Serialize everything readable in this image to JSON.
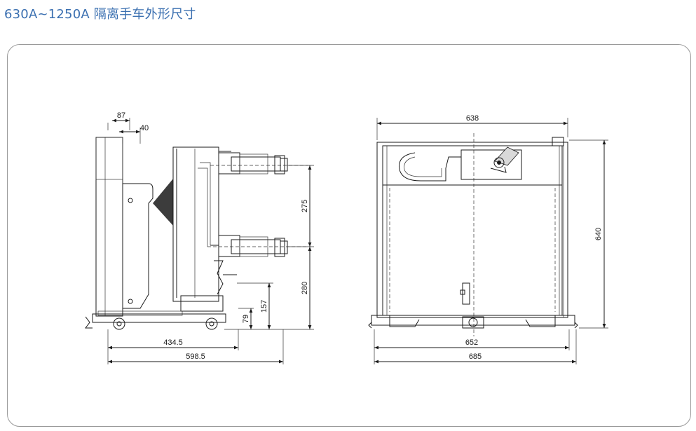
{
  "header": {
    "title": "630A~1250A 隔离手车外形尺寸"
  },
  "side_view": {
    "dims": {
      "top_width": "87",
      "top_inner": "40",
      "contact_spacing": "275",
      "lower_contact_height": "280",
      "mid_height": "157",
      "wheel_height": "79",
      "depth_to_frame": "434.5",
      "total_depth": "598.5"
    }
  },
  "front_view": {
    "dims": {
      "top_width": "638",
      "height": "640",
      "base_width": "652",
      "total_width": "685"
    }
  }
}
